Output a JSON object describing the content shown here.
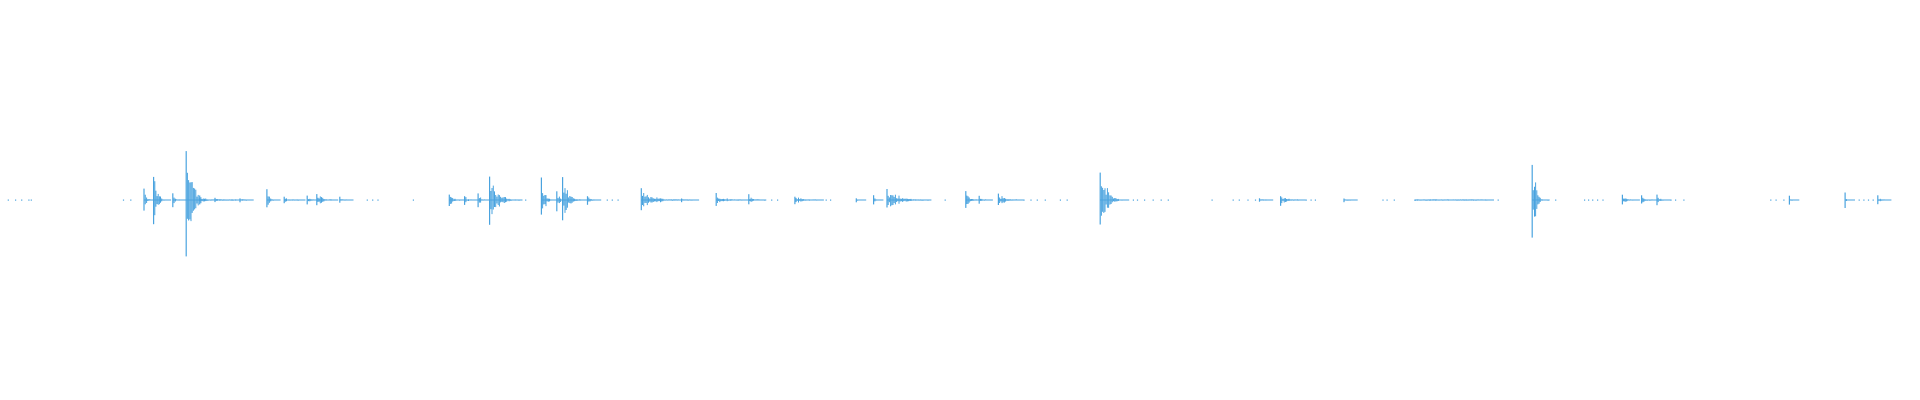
{
  "waveform": {
    "color": "#4aa3df",
    "background": "#ffffff",
    "bursts": [
      {
        "t": 0.004,
        "amp": 0.004,
        "dur": 0.004,
        "dots": true
      },
      {
        "t": 0.011,
        "amp": 0.004,
        "dur": 0.004,
        "dots": true
      },
      {
        "t": 0.016,
        "amp": 0.004,
        "dur": 0.002,
        "dots": true
      },
      {
        "t": 0.064,
        "amp": 0.006,
        "dur": 0.006,
        "dots": true
      },
      {
        "t": 0.075,
        "amp": 0.1,
        "dur": 0.004
      },
      {
        "t": 0.08,
        "amp": 0.27,
        "dur": 0.006
      },
      {
        "t": 0.09,
        "amp": 0.08,
        "dur": 0.004
      },
      {
        "t": 0.097,
        "amp": 0.5,
        "dur": 0.01
      },
      {
        "t": 0.104,
        "amp": 0.04,
        "dur": 0.01
      },
      {
        "t": 0.112,
        "amp": 0.02,
        "dur": 0.012
      },
      {
        "t": 0.125,
        "amp": 0.02,
        "dur": 0.004
      },
      {
        "t": 0.139,
        "amp": 0.1,
        "dur": 0.004
      },
      {
        "t": 0.148,
        "amp": 0.03,
        "dur": 0.008
      },
      {
        "t": 0.16,
        "amp": 0.04,
        "dur": 0.004
      },
      {
        "t": 0.165,
        "amp": 0.07,
        "dur": 0.008
      },
      {
        "t": 0.177,
        "amp": 0.03,
        "dur": 0.004
      },
      {
        "t": 0.191,
        "amp": 0.004,
        "dur": 0.006,
        "dots": true
      },
      {
        "t": 0.215,
        "amp": 0.004,
        "dur": 0.002,
        "dots": true
      },
      {
        "t": 0.234,
        "amp": 0.07,
        "dur": 0.006
      },
      {
        "t": 0.242,
        "amp": 0.05,
        "dur": 0.004
      },
      {
        "t": 0.249,
        "amp": 0.07,
        "dur": 0.004
      },
      {
        "t": 0.255,
        "amp": 0.21,
        "dur": 0.014
      },
      {
        "t": 0.27,
        "amp": 0.004,
        "dur": 0.004,
        "dots": true
      },
      {
        "t": 0.282,
        "amp": 0.2,
        "dur": 0.006
      },
      {
        "t": 0.29,
        "amp": 0.1,
        "dur": 0.004
      },
      {
        "t": 0.293,
        "amp": 0.2,
        "dur": 0.01
      },
      {
        "t": 0.306,
        "amp": 0.04,
        "dur": 0.004
      },
      {
        "t": 0.316,
        "amp": 0.02,
        "dur": 0.006,
        "dots": true
      },
      {
        "t": 0.334,
        "amp": 0.1,
        "dur": 0.02
      },
      {
        "t": 0.355,
        "amp": 0.02,
        "dur": 0.006
      },
      {
        "t": 0.373,
        "amp": 0.06,
        "dur": 0.014
      },
      {
        "t": 0.39,
        "amp": 0.05,
        "dur": 0.006
      },
      {
        "t": 0.398,
        "amp": 0.004,
        "dur": 0.01,
        "dots": true
      },
      {
        "t": 0.414,
        "amp": 0.04,
        "dur": 0.012
      },
      {
        "t": 0.43,
        "amp": 0.004,
        "dur": 0.004,
        "dots": true
      },
      {
        "t": 0.446,
        "amp": 0.02,
        "dur": 0.002
      },
      {
        "t": 0.455,
        "amp": 0.04,
        "dur": 0.002
      },
      {
        "t": 0.462,
        "amp": 0.1,
        "dur": 0.02
      },
      {
        "t": 0.483,
        "amp": 0.004,
        "dur": 0.004,
        "dots": true
      },
      {
        "t": 0.492,
        "amp": 0.004,
        "dur": 0.002,
        "dots": true
      },
      {
        "t": 0.503,
        "amp": 0.09,
        "dur": 0.006
      },
      {
        "t": 0.51,
        "amp": 0.04,
        "dur": 0.004
      },
      {
        "t": 0.52,
        "amp": 0.07,
        "dur": 0.01
      },
      {
        "t": 0.533,
        "amp": 0.004,
        "dur": 0.014,
        "dots": true
      },
      {
        "t": 0.552,
        "amp": 0.004,
        "dur": 0.004,
        "dots": true
      },
      {
        "t": 0.573,
        "amp": 0.3,
        "dur": 0.012
      },
      {
        "t": 0.59,
        "amp": 0.004,
        "dur": 0.02,
        "dots": true
      },
      {
        "t": 0.631,
        "amp": 0.004,
        "dur": 0.002,
        "dots": true
      },
      {
        "t": 0.642,
        "amp": 0.004,
        "dur": 0.012,
        "dots": true
      },
      {
        "t": 0.656,
        "amp": 0.02,
        "dur": 0.004
      },
      {
        "t": 0.667,
        "amp": 0.05,
        "dur": 0.01
      },
      {
        "t": 0.68,
        "amp": 0.004,
        "dur": 0.006,
        "dots": true
      },
      {
        "t": 0.7,
        "amp": 0.02,
        "dur": 0.004
      },
      {
        "t": 0.72,
        "amp": 0.004,
        "dur": 0.006,
        "dots": true
      },
      {
        "t": 0.737,
        "amp": 0.004,
        "dur": 0.038
      },
      {
        "t": 0.78,
        "amp": 0.004,
        "dur": 0.002,
        "dots": true
      },
      {
        "t": 0.798,
        "amp": 0.4,
        "dur": 0.006
      },
      {
        "t": 0.806,
        "amp": 0.004,
        "dur": 0.004,
        "dots": true
      },
      {
        "t": 0.825,
        "amp": 0.004,
        "dur": 0.012,
        "dots": true
      },
      {
        "t": 0.845,
        "amp": 0.05,
        "dur": 0.006
      },
      {
        "t": 0.855,
        "amp": 0.04,
        "dur": 0.006
      },
      {
        "t": 0.863,
        "amp": 0.06,
        "dur": 0.004
      },
      {
        "t": 0.87,
        "amp": 0.004,
        "dur": 0.008,
        "dots": true
      },
      {
        "t": 0.922,
        "amp": 0.004,
        "dur": 0.01,
        "dots": true
      },
      {
        "t": 0.932,
        "amp": 0.04,
        "dur": 0.002
      },
      {
        "t": 0.961,
        "amp": 0.08,
        "dur": 0.002
      },
      {
        "t": 0.968,
        "amp": 0.004,
        "dur": 0.008,
        "dots": true
      },
      {
        "t": 0.978,
        "amp": 0.04,
        "dur": 0.004
      }
    ]
  }
}
